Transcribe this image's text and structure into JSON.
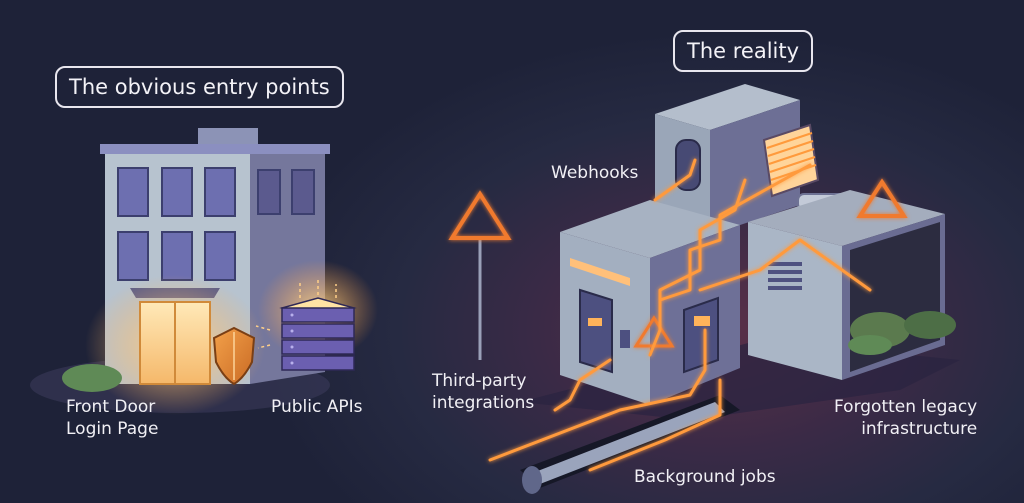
{
  "left_panel": {
    "title": "The obvious entry points",
    "labels": {
      "front_door_line1": "Front Door",
      "front_door_line2": "Login Page",
      "public_apis": "Public APIs"
    }
  },
  "right_panel": {
    "title": "The reality",
    "labels": {
      "webhooks": "Webhooks",
      "third_party_line1": "Third-party",
      "third_party_line2": "integrations",
      "forgotten_line1": "Forgotten legacy",
      "forgotten_line2": "infrastructure",
      "background_jobs": "Background jobs"
    }
  },
  "colors": {
    "background": "#1e2238",
    "glow_orange": "#ff9a3c",
    "building_wall": "#a9b4c6",
    "building_side": "#6f6f93",
    "shield": "#e98b3a",
    "server": "#6b5fb0"
  }
}
